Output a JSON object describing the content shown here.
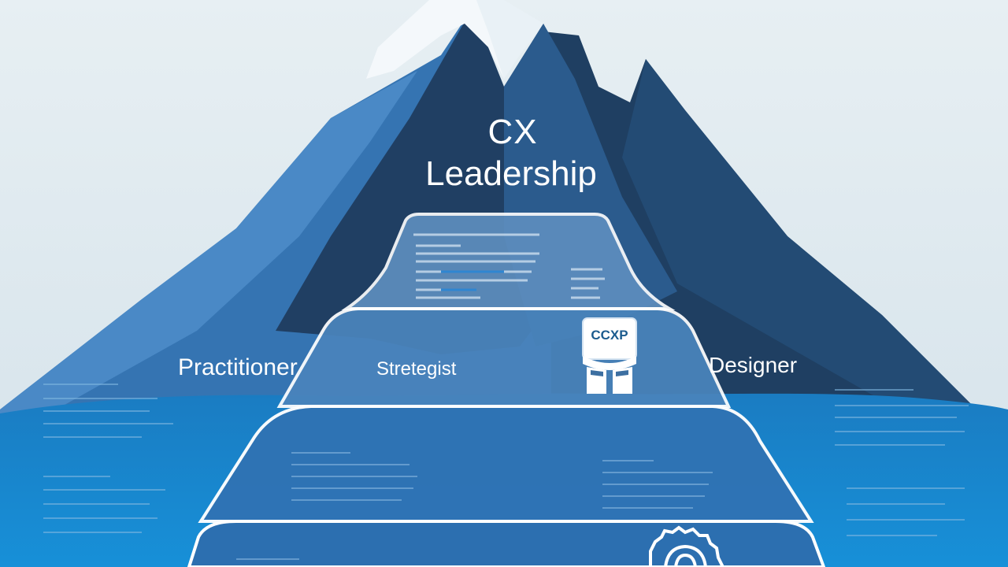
{
  "title": {
    "line1": "CX",
    "line2": "Leadership"
  },
  "labels": {
    "left": "Practitioner",
    "center": "Stretegist",
    "right": "Designer"
  },
  "badge": {
    "text": "CCXP"
  },
  "colors": {
    "sky": "#dfe9ef",
    "mountain_dark": "#1f3f62",
    "mountain_mid": "#2f5f92",
    "mountain_light": "#3f7fbf",
    "water": "#1f86cc",
    "tier_outline": "#ffffff",
    "snow": "#ffffff"
  },
  "icons": [
    "badge-icon",
    "gear-icon"
  ]
}
